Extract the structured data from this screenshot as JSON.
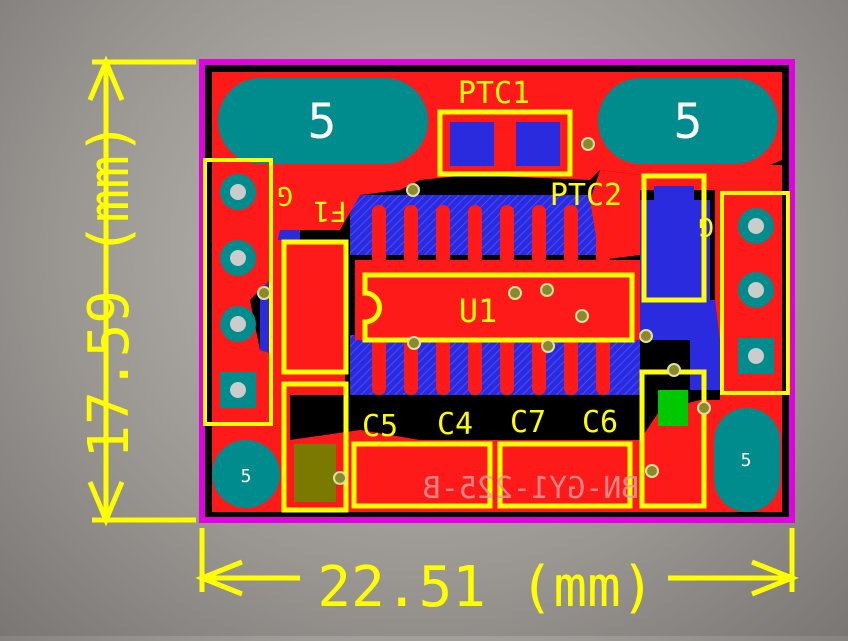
{
  "dimensions": {
    "width_label": "22.51 (mm)",
    "height_label": "17.59 (mm)"
  },
  "mounting_holes": {
    "top_left": "5",
    "top_right": "5",
    "bottom_left": "5",
    "bottom_right": "5"
  },
  "components": {
    "ptc1": "PTC1",
    "ptc2": "PTC2",
    "f1": "F1",
    "u1": "U1",
    "c5": "C5",
    "c4": "C4",
    "c7": "C7",
    "c6": "C6"
  },
  "bottom_silkscreen": {
    "left_connector_g": "G",
    "right_connector_g": "G",
    "board_id": "BN-GY1-225-B"
  },
  "colors": {
    "board_outline": "#e000e0",
    "copper_top": "#ff0000",
    "copper_bottom": "#2020e0",
    "silkscreen": "#ffff00",
    "board_bg": "#000000",
    "mounting_hole": "#008c8c"
  }
}
